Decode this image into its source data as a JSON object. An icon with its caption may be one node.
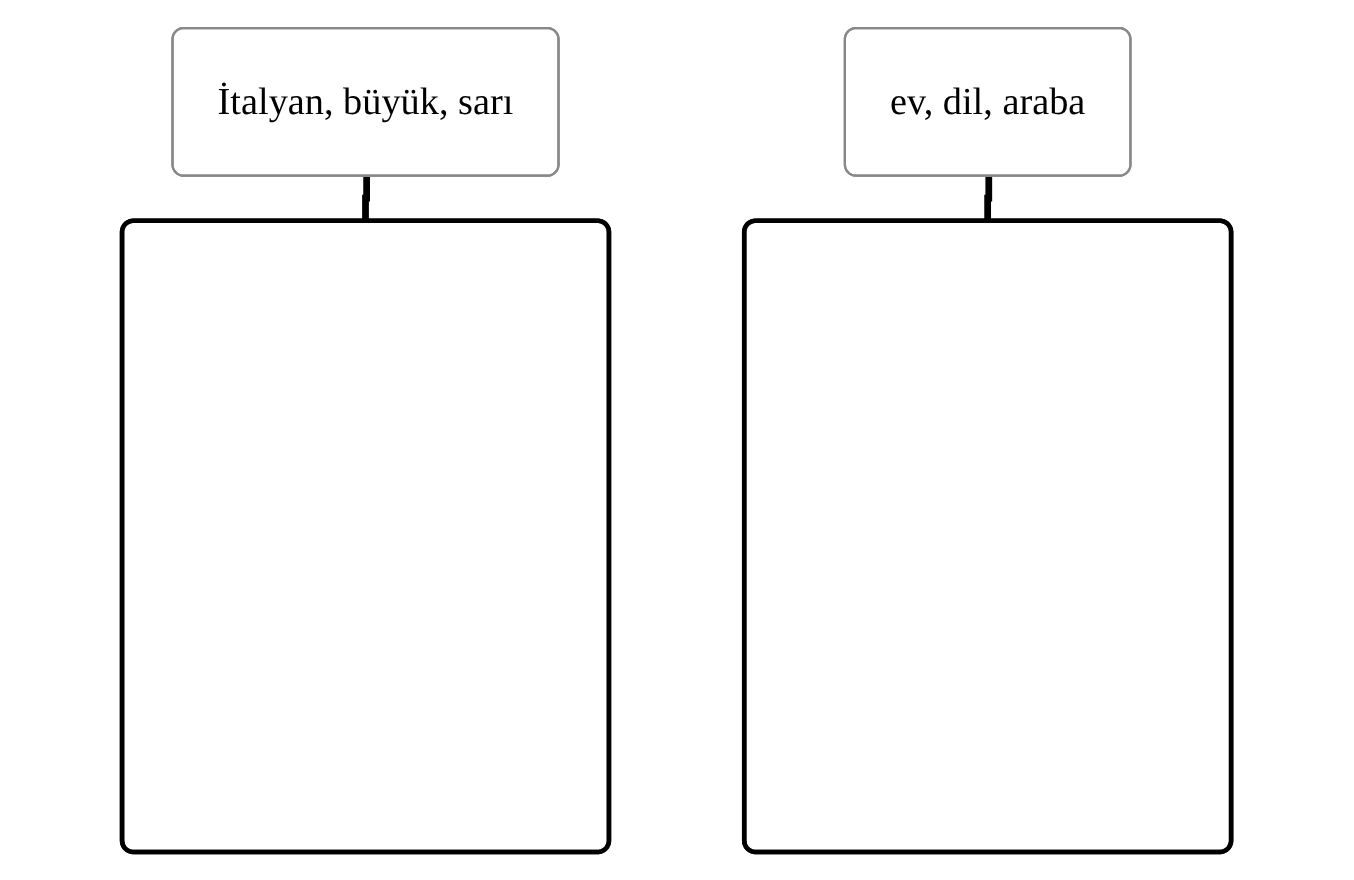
{
  "diagram": {
    "nodes": [
      {
        "text": [
          "İtalyan, büyük, sarı"
        ]
      },
      {
        "text": [],
        "shape": "box"
      },
      {
        "text": [
          "ev, dil, araba"
        ]
      },
      {
        "text": [],
        "shape": "box"
      }
    ],
    "edges": [
      {
        "from": 0,
        "to": 1,
        "arrow": "none"
      },
      {
        "from": 2,
        "to": 3,
        "arrow": "none"
      }
    ]
  }
}
